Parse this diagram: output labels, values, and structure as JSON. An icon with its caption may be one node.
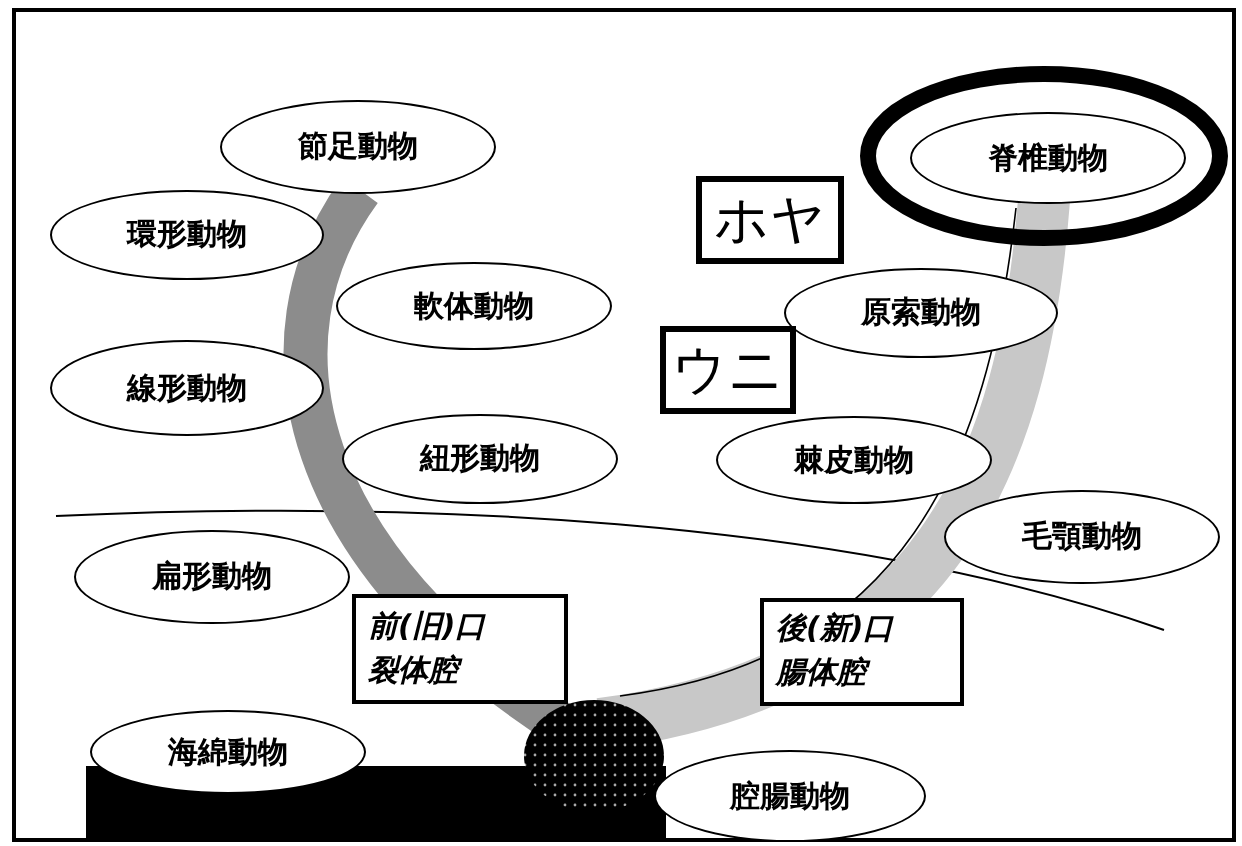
{
  "diagram": {
    "nodes": [
      {
        "text": [
          "節足動物"
        ]
      },
      {
        "text": [
          "環形動物"
        ]
      },
      {
        "text": [
          "軟体動物"
        ]
      },
      {
        "text": [
          "線形動物"
        ]
      },
      {
        "text": [
          "紐形動物"
        ]
      },
      {
        "text": [
          "扁形動物"
        ]
      },
      {
        "text": [
          "前(旧)口",
          "裂体腔"
        ]
      },
      {
        "text": [
          "海綿動物"
        ]
      },
      {
        "text": [
          "脊椎動物"
        ]
      },
      {
        "text": [
          "ホヤ"
        ]
      },
      {
        "text": [
          "原索動物"
        ]
      },
      {
        "text": [
          "ウニ"
        ]
      },
      {
        "text": [
          "棘皮動物"
        ]
      },
      {
        "text": [
          "毛顎動物"
        ]
      },
      {
        "text": [
          "後(新)口",
          "腸体腔"
        ]
      },
      {
        "text": [
          "腔腸動物"
        ]
      }
    ]
  }
}
